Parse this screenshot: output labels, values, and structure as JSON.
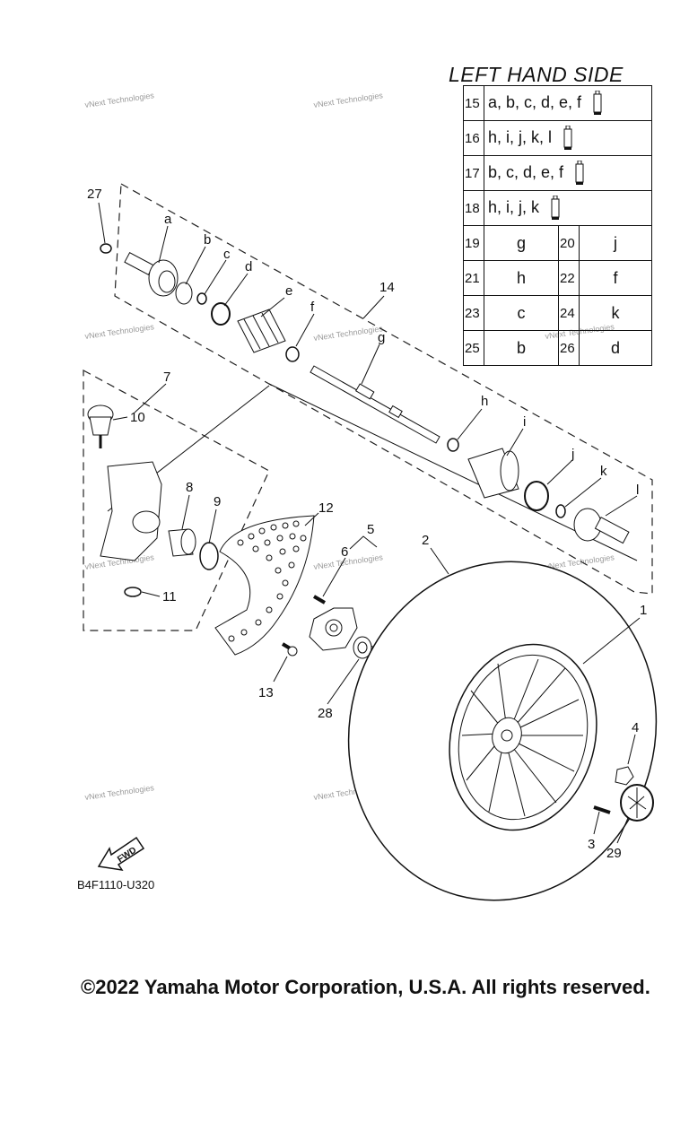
{
  "side_title": "LEFT HAND SIDE",
  "kit_table": [
    {
      "num": "15",
      "letters": "a, b, c, d, e, f",
      "icon": "grease-tube-icon"
    },
    {
      "num": "16",
      "letters": "h, i, j, k, l",
      "icon": "grease-tube-icon"
    },
    {
      "num": "17",
      "letters": "b, c, d, e, f",
      "icon": "grease-tube-icon"
    },
    {
      "num": "18",
      "letters": "h, i, j, k",
      "icon": "grease-tube-icon"
    }
  ],
  "pair_table": [
    {
      "a_num": "19",
      "a_val": "g",
      "b_num": "20",
      "b_val": "j"
    },
    {
      "a_num": "21",
      "a_val": "h",
      "b_num": "22",
      "b_val": "f"
    },
    {
      "a_num": "23",
      "a_val": "c",
      "b_num": "24",
      "b_val": "k"
    },
    {
      "a_num": "25",
      "a_val": "b",
      "b_num": "26",
      "b_val": "d"
    }
  ],
  "callouts": {
    "n1": "1",
    "n2": "2",
    "n3": "3",
    "n4": "4",
    "n5": "5",
    "n6": "6",
    "n7": "7",
    "n8": "8",
    "n9": "9",
    "n10": "10",
    "n11": "11",
    "n12": "12",
    "n13": "13",
    "n14": "14",
    "n27": "27",
    "n28": "28",
    "n29": "29",
    "a": "a",
    "b": "b",
    "c": "c",
    "d": "d",
    "e": "e",
    "f": "f",
    "g": "g",
    "h": "h",
    "i": "i",
    "j": "j",
    "k": "k",
    "l": "l"
  },
  "watermark": "vNext Technologies",
  "fwd_label": "FWD",
  "diagram_code": "B4F1110-U320",
  "copyright": "©2022 Yamaha Motor Corporation, U.S.A. All rights reserved."
}
